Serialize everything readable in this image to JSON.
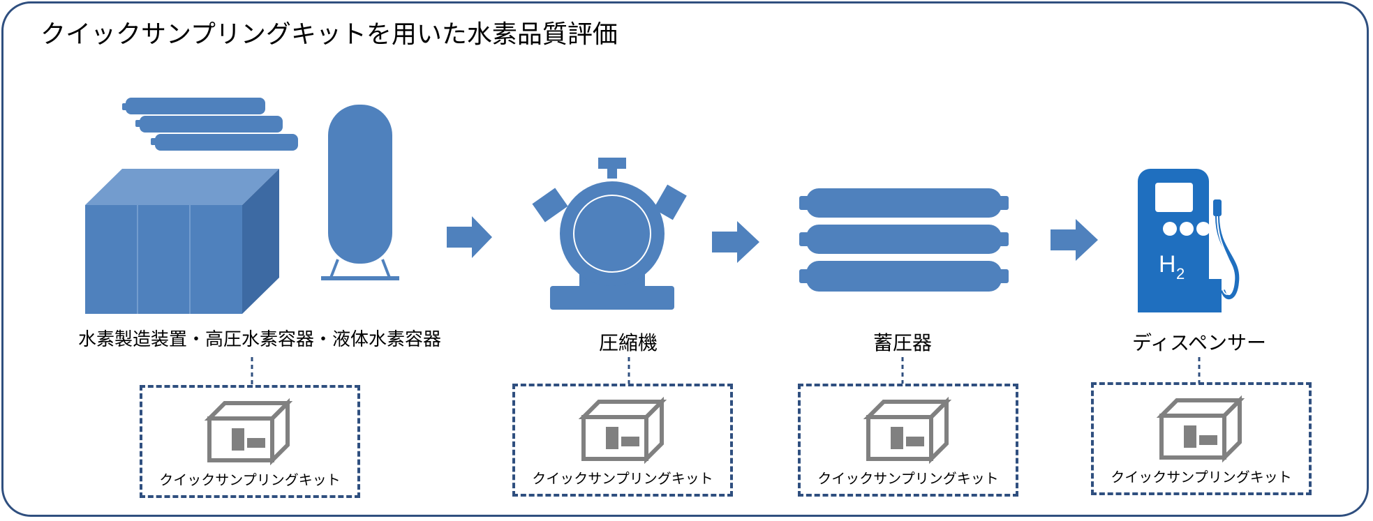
{
  "title": "クイックサンプリングキットを用いた水素品質評価",
  "colors": {
    "equipment": "#4f81bd",
    "equipment_light": "#739cce",
    "equipment_dark": "#3d6aa3",
    "frame": "#2f4f7f",
    "kit_gray": "#808080",
    "dispenser": "#1f6fbf"
  },
  "stages": [
    {
      "label": "水素製造装置・高圧水素容器・液体水素容器",
      "icon": "hydrogen-production-icon"
    },
    {
      "label": "圧縮機",
      "icon": "compressor-icon"
    },
    {
      "label": "蓄圧器",
      "icon": "accumulator-icon"
    },
    {
      "label": "ディスペンサー",
      "icon": "dispenser-icon"
    }
  ],
  "kit": {
    "label": "クイックサンプリングキット",
    "icon": "sampling-kit-icon"
  },
  "dispenser_text": {
    "h": "H",
    "sub": "2"
  }
}
